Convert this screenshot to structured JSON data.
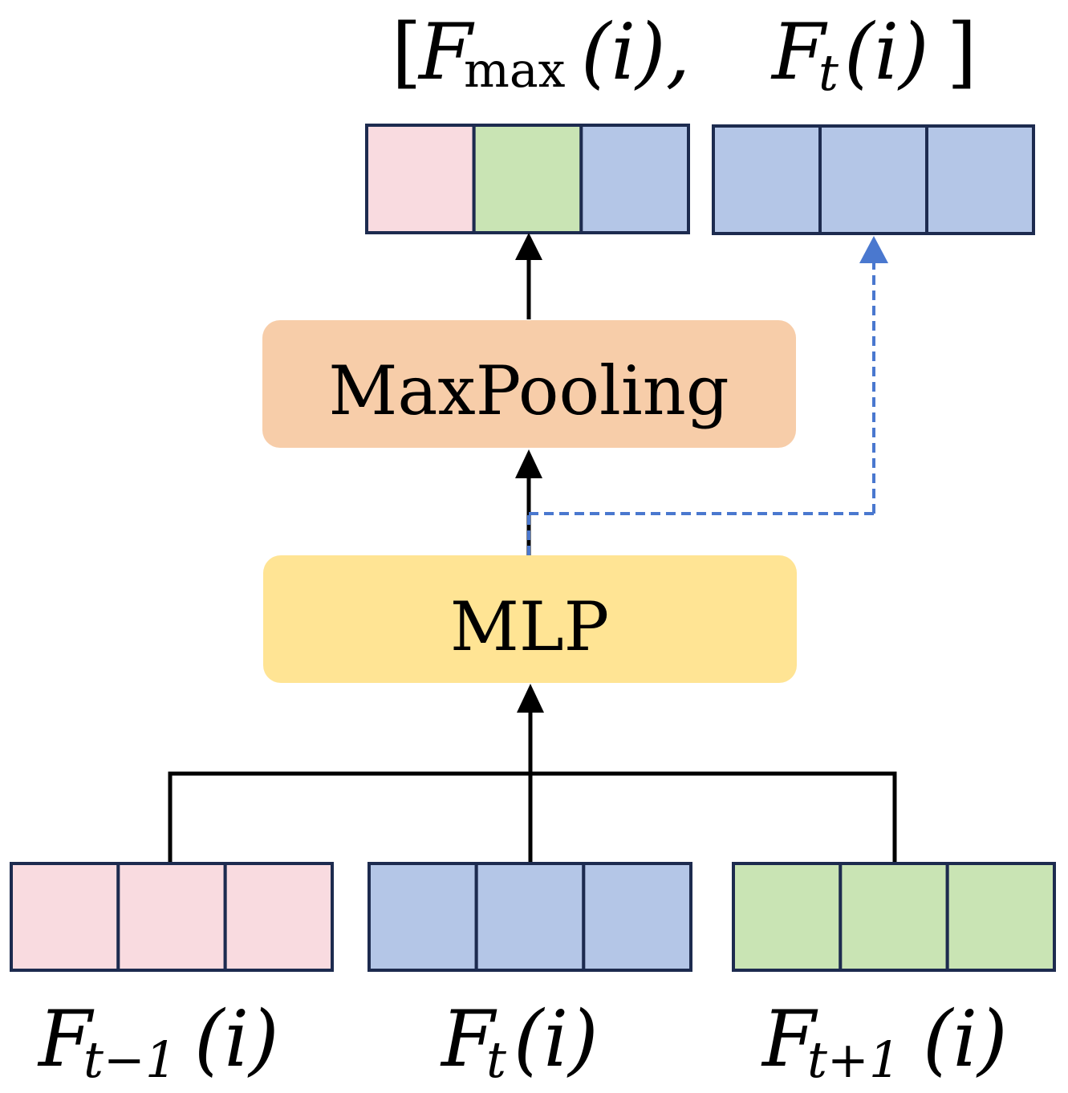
{
  "colors": {
    "pink": "#f9dbe0",
    "green": "#c9e4b4",
    "blue": "#b4c6e7",
    "outline": "#1d2b4f",
    "maxpool_fill": "#f7cda9",
    "mlp_fill": "#ffe494",
    "arrow_black": "#000000",
    "arrow_dashed_blue": "#4a78cf"
  },
  "output_label": {
    "open_bracket": "[",
    "f1": "F",
    "f1_sub": "max",
    "f1_arg": "(i),",
    "f2": "F",
    "f2_sub": "t",
    "f2_arg": "(i)",
    "close_bracket": "]"
  },
  "maxpool": {
    "label": "MaxPooling"
  },
  "mlp": {
    "label": "MLP"
  },
  "inputs": [
    {
      "f": "F",
      "sub": "t−1",
      "arg": "(i)"
    },
    {
      "f": "F",
      "sub": "t",
      "arg": "(i)"
    },
    {
      "f": "F",
      "sub": "t+1",
      "arg": "(i)"
    }
  ],
  "vectors": {
    "output_max": [
      "pink",
      "green",
      "blue"
    ],
    "output_t": [
      "blue",
      "blue",
      "blue"
    ],
    "input_prev": [
      "pink",
      "pink",
      "pink"
    ],
    "input_t": [
      "blue",
      "blue",
      "blue"
    ],
    "input_next": [
      "green",
      "green",
      "green"
    ]
  }
}
